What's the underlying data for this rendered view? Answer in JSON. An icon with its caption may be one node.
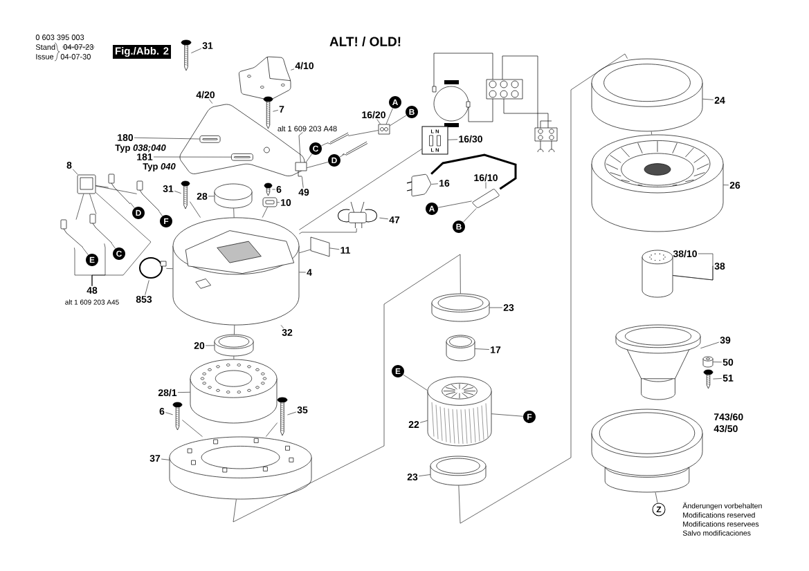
{
  "diagram": {
    "title": "ALT! / OLD!",
    "nodes": [
      {
        "text": [
          "Fig./Abb. 2"
        ]
      },
      {
        "text": [
          "31"
        ]
      },
      {
        "text": [],
        "shape": "picture"
      },
      {
        "text": [
          "4/10"
        ]
      },
      {
        "text": [],
        "shape": "picture"
      },
      {
        "text": [
          "7"
        ]
      },
      {
        "text": [],
        "shape": "picture"
      },
      {
        "text": [
          "4/20"
        ]
      },
      {
        "text": [],
        "shape": "picture"
      },
      {
        "text": [
          "180"
        ],
        "beside": [
          "Typ *038;040*"
        ]
      },
      {
        "text": [
          "181"
        ],
        "beside": [
          "Typ *040*"
        ]
      },
      {
        "text": [
          "alt 1 609 203 A48"
        ]
      },
      {
        "text": [
          "16/20"
        ]
      },
      {
        "text": [],
        "shape": "picture"
      },
      {
        "text": [
          "A"
        ]
      },
      {
        "text": [
          "B"
        ]
      },
      {
        "text": [],
        "shape": "picture"
      },
      {
        "text": [],
        "shape": "picture"
      },
      {
        "text": [
          "C"
        ]
      },
      {
        "text": [
          "D"
        ]
      },
      {
        "text": [],
        "shape": "box"
      },
      {
        "text": [
          "49"
        ]
      },
      {
        "text": [
          "L N",
          "L N"
        ]
      },
      {
        "text": [
          "16/30"
        ]
      },
      {
        "text": [
          "16"
        ]
      },
      {
        "text": [],
        "shape": "box"
      },
      {
        "text": [
          "16/10"
        ]
      },
      {
        "text": [],
        "shape": "picture"
      },
      {
        "text": [
          "A"
        ]
      },
      {
        "text": [
          "B"
        ]
      },
      {
        "text": [
          "8"
        ]
      },
      {
        "text": [],
        "shape": "picture"
      },
      {
        "text": [],
        "shape": "picture"
      },
      {
        "text": [],
        "shape": "picture"
      },
      {
        "text": [],
        "shape": "picture"
      },
      {
        "text": [],
        "shape": "picture"
      },
      {
        "text": [
          "D"
        ]
      },
      {
        "text": [
          "F"
        ]
      },
      {
        "text": [
          "E"
        ]
      },
      {
        "text": [
          "C"
        ]
      },
      {
        "text": [
          "48"
        ],
        "beside": [
          "alt 1 609 203 A45"
        ]
      },
      {
        "text": [
          "31"
        ]
      },
      {
        "text": [],
        "shape": "picture"
      },
      {
        "text": [
          "28"
        ]
      },
      {
        "text": [],
        "shape": "cylinder"
      },
      {
        "text": [
          "6"
        ]
      },
      {
        "text": [],
        "shape": "picture"
      },
      {
        "text": [
          "10"
        ]
      },
      {
        "text": [],
        "shape": "picture"
      },
      {
        "text": [],
        "shape": "picture"
      },
      {
        "text": [
          "47"
        ]
      },
      {
        "text": [],
        "shape": "box"
      },
      {
        "text": [
          "11"
        ]
      },
      {
        "text": [],
        "shape": "picture"
      },
      {
        "text": [
          "4"
        ]
      },
      {
        "text": [],
        "shape": "circle"
      },
      {
        "text": [
          "853"
        ]
      },
      {
        "text": [
          "32"
        ]
      },
      {
        "text": [],
        "shape": "cylinder"
      },
      {
        "text": [
          "20"
        ]
      },
      {
        "text": [],
        "shape": "picture"
      },
      {
        "text": [
          "28/1"
        ]
      },
      {
        "text": [
          "6"
        ]
      },
      {
        "text": [],
        "shape": "picture"
      },
      {
        "text": [
          "35"
        ]
      },
      {
        "text": [],
        "shape": "picture"
      },
      {
        "text": [
          "37"
        ]
      },
      {
        "text": [],
        "shape": "picture"
      },
      {
        "text": [],
        "shape": "cylinder"
      },
      {
        "text": [
          "23"
        ]
      },
      {
        "text": [],
        "shape": "cylinder"
      },
      {
        "text": [
          "17"
        ]
      },
      {
        "text": [
          "E"
        ]
      },
      {
        "text": [],
        "shape": "picture"
      },
      {
        "text": [
          "F"
        ]
      },
      {
        "text": [
          "22"
        ]
      },
      {
        "text": [],
        "shape": "cylinder"
      },
      {
        "text": [
          "23"
        ]
      },
      {
        "text": [],
        "shape": "cylinder"
      },
      {
        "text": [
          "24"
        ]
      },
      {
        "text": [],
        "shape": "picture"
      },
      {
        "text": [
          "26"
        ]
      },
      {
        "text": [],
        "shape": "picture"
      },
      {
        "text": [
          "38/10"
        ]
      },
      {
        "text": [
          "38"
        ]
      },
      {
        "text": [],
        "shape": "picture"
      },
      {
        "text": [
          "39"
        ]
      },
      {
        "text": [],
        "shape": "cylinder"
      },
      {
        "text": [
          "50"
        ]
      },
      {
        "text": [],
        "shape": "picture"
      },
      {
        "text": [
          "51"
        ]
      },
      {
        "text": [],
        "shape": "picture"
      },
      {
        "text": [
          "Z"
        ]
      },
      {
        "text": [],
        "shape": "box",
        "in": 8
      },
      {
        "text": [],
        "shape": "box",
        "in": 8
      }
    ],
    "edges": [
      {
        "from": 1,
        "to": 2,
        "arrow": "none"
      },
      {
        "from": 3,
        "to": 4,
        "arrow": "none"
      },
      {
        "from": 5,
        "to": 6,
        "arrow": "none"
      },
      {
        "from": 7,
        "to": 8,
        "arrow": "none"
      },
      {
        "from": 9,
        "to": 93,
        "arrow": "none"
      },
      {
        "from": 10,
        "to": 94,
        "arrow": "none"
      },
      {
        "from": 11,
        "to": 20,
        "arrow": "none"
      },
      {
        "from": 21,
        "to": 20,
        "arrow": "none"
      },
      {
        "from": 12,
        "to": 13,
        "arrow": "none"
      },
      {
        "from": 13,
        "to": 14,
        "arrow": "none"
      },
      {
        "from": 13,
        "to": 15,
        "arrow": "none"
      },
      {
        "from": 13,
        "to": 16,
        "arrow": "none"
      },
      {
        "from": 18,
        "to": 16,
        "arrow": "none"
      },
      {
        "from": 19,
        "to": 17,
        "arrow": "none"
      },
      {
        "from": 20,
        "to": 18,
        "arrow": "none"
      },
      {
        "from": 20,
        "to": 19,
        "arrow": "none"
      },
      {
        "from": 23,
        "to": 22,
        "arrow": "none"
      },
      {
        "from": 22,
        "to": 53,
        "arrow": "none"
      },
      {
        "from": 24,
        "to": 25,
        "arrow": "none"
      },
      {
        "from": 25,
        "to": 27,
        "arrow": "none",
        "style": "thick"
      },
      {
        "from": 26,
        "to": 27,
        "arrow": "none"
      },
      {
        "from": 28,
        "to": 27,
        "arrow": "none"
      },
      {
        "from": 29,
        "to": 27,
        "arrow": "none"
      },
      {
        "from": 30,
        "to": 31,
        "arrow": "none"
      },
      {
        "from": 31,
        "to": 32,
        "arrow": "none"
      },
      {
        "from": 31,
        "to": 33,
        "arrow": "none"
      },
      {
        "from": 31,
        "to": 34,
        "arrow": "none"
      },
      {
        "from": 31,
        "to": 35,
        "arrow": "none"
      },
      {
        "from": 32,
        "to": 36,
        "arrow": "none"
      },
      {
        "from": 33,
        "to": 37,
        "arrow": "none"
      },
      {
        "from": 34,
        "to": 38,
        "arrow": "none"
      },
      {
        "from": 35,
        "to": 39,
        "arrow": "none"
      },
      {
        "from": 40,
        "to": 34,
        "arrow": "none"
      },
      {
        "from": 40,
        "to": 35,
        "arrow": "none"
      },
      {
        "from": 40,
        "to": 31,
        "arrow": "none"
      },
      {
        "from": 41,
        "to": 42,
        "arrow": "none"
      },
      {
        "from": 42,
        "to": 53,
        "arrow": "none"
      },
      {
        "from": 43,
        "to": 44,
        "arrow": "none"
      },
      {
        "from": 44,
        "to": 53,
        "arrow": "none"
      },
      {
        "from": 45,
        "to": 46,
        "arrow": "none"
      },
      {
        "from": 47,
        "to": 48,
        "arrow": "none"
      },
      {
        "from": 48,
        "to": 53,
        "arrow": "none"
      },
      {
        "from": 49,
        "to": 53,
        "arrow": "none"
      },
      {
        "from": 50,
        "to": 49,
        "arrow": "none"
      },
      {
        "from": 51,
        "to": 53,
        "arrow": "none"
      },
      {
        "from": 52,
        "to": 51,
        "arrow": "none"
      },
      {
        "from": 54,
        "to": 53,
        "arrow": "none"
      },
      {
        "from": 55,
        "to": 53,
        "arrow": "none"
      },
      {
        "from": 56,
        "to": 55,
        "arrow": "none"
      },
      {
        "from": 57,
        "to": 53,
        "arrow": "none"
      },
      {
        "from": 58,
        "to": 53,
        "arrow": "none"
      },
      {
        "from": 59,
        "to": 58,
        "arrow": "none"
      },
      {
        "from": 58,
        "to": 60,
        "arrow": "none"
      },
      {
        "from": 61,
        "to": 60,
        "arrow": "none"
      },
      {
        "from": 62,
        "to": 63,
        "arrow": "none"
      },
      {
        "from": 63,
        "to": 67,
        "arrow": "none"
      },
      {
        "from": 64,
        "to": 65,
        "arrow": "none"
      },
      {
        "from": 65,
        "to": 67,
        "arrow": "none"
      },
      {
        "from": 66,
        "to": 67,
        "arrow": "none"
      },
      {
        "from": 67,
        "to": 68,
        "arrow": "none"
      },
      {
        "from": 69,
        "to": 68,
        "arrow": "none"
      },
      {
        "from": 71,
        "to": 70,
        "arrow": "none"
      },
      {
        "from": 72,
        "to": 73,
        "arrow": "none"
      },
      {
        "from": 74,
        "to": 73,
        "arrow": "none"
      },
      {
        "from": 75,
        "to": 73,
        "arrow": "none"
      },
      {
        "from": 77,
        "to": 76,
        "arrow": "none"
      },
      {
        "from": 76,
        "to": 78,
        "arrow": "none"
      },
      {
        "from": 79,
        "to": 78,
        "arrow": "none"
      },
      {
        "from": 78,
        "to": 80,
        "arrow": "none"
      },
      {
        "from": 81,
        "to": 80,
        "arrow": "none"
      },
      {
        "from": 83,
        "to": 82,
        "arrow": "none"
      },
      {
        "from": 84,
        "to": 82,
        "arrow": "none"
      },
      {
        "from": 86,
        "to": 85,
        "arrow": "none"
      },
      {
        "from": 88,
        "to": 87,
        "arrow": "none"
      },
      {
        "from": 90,
        "to": 89,
        "arrow": "none"
      },
      {
        "from": 92,
        "to": 91,
        "arrow": "none"
      }
    ],
    "labels": [
      "0 603 395 003",
      "Stand",
      "04-07-23",
      "Issue",
      "04-07-30",
      "743/60",
      "43/50",
      "Änderungen vorbehalten",
      "Modifications reserved",
      "Modifications reservees",
      "Salvo modificaciones"
    ]
  }
}
